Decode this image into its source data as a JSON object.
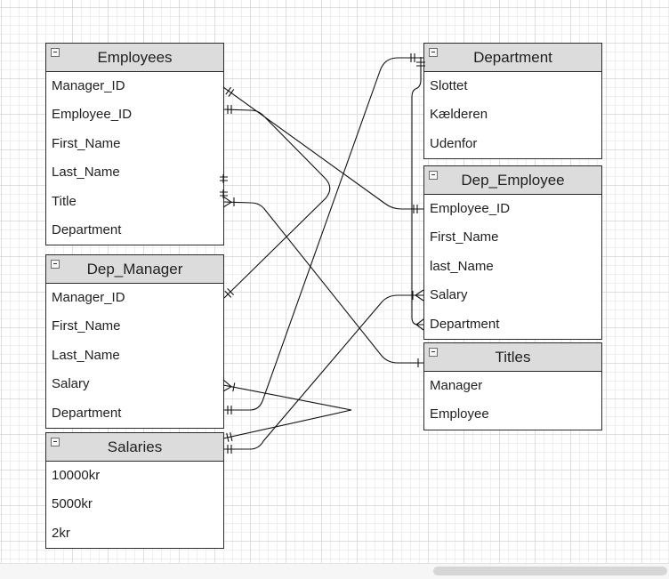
{
  "canvas": {
    "grid": true
  },
  "colors": {
    "header_fill": "#dcdcdc",
    "border": "#2b2b2b",
    "edge": "#111111",
    "text": "#1f1f1f",
    "grid_minor": "#efefef",
    "grid_major": "#dedede"
  },
  "icons": {
    "collapse_toggle": "minus-square-icon"
  },
  "tables": {
    "employees": {
      "title": "Employees",
      "rows": [
        "Manager_ID",
        "Employee_ID",
        "First_Name",
        "Last_Name",
        "Title",
        "Department"
      ]
    },
    "dep_manager": {
      "title": "Dep_Manager",
      "rows": [
        "Manager_ID",
        "First_Name",
        "Last_Name",
        "Salary",
        "Department"
      ]
    },
    "salaries": {
      "title": "Salaries",
      "rows": [
        "10000kr",
        "5000kr",
        "2kr"
      ]
    },
    "department": {
      "title": "Department",
      "rows": [
        "Slottet",
        "Kælderen",
        "Udenfor"
      ]
    },
    "dep_employee": {
      "title": "Dep_Employee",
      "rows": [
        "Employee_ID",
        "First_Name",
        "last_Name",
        "Salary",
        "Department"
      ]
    },
    "titles": {
      "title": "Titles",
      "rows": [
        "Manager",
        "Employee"
      ]
    }
  }
}
